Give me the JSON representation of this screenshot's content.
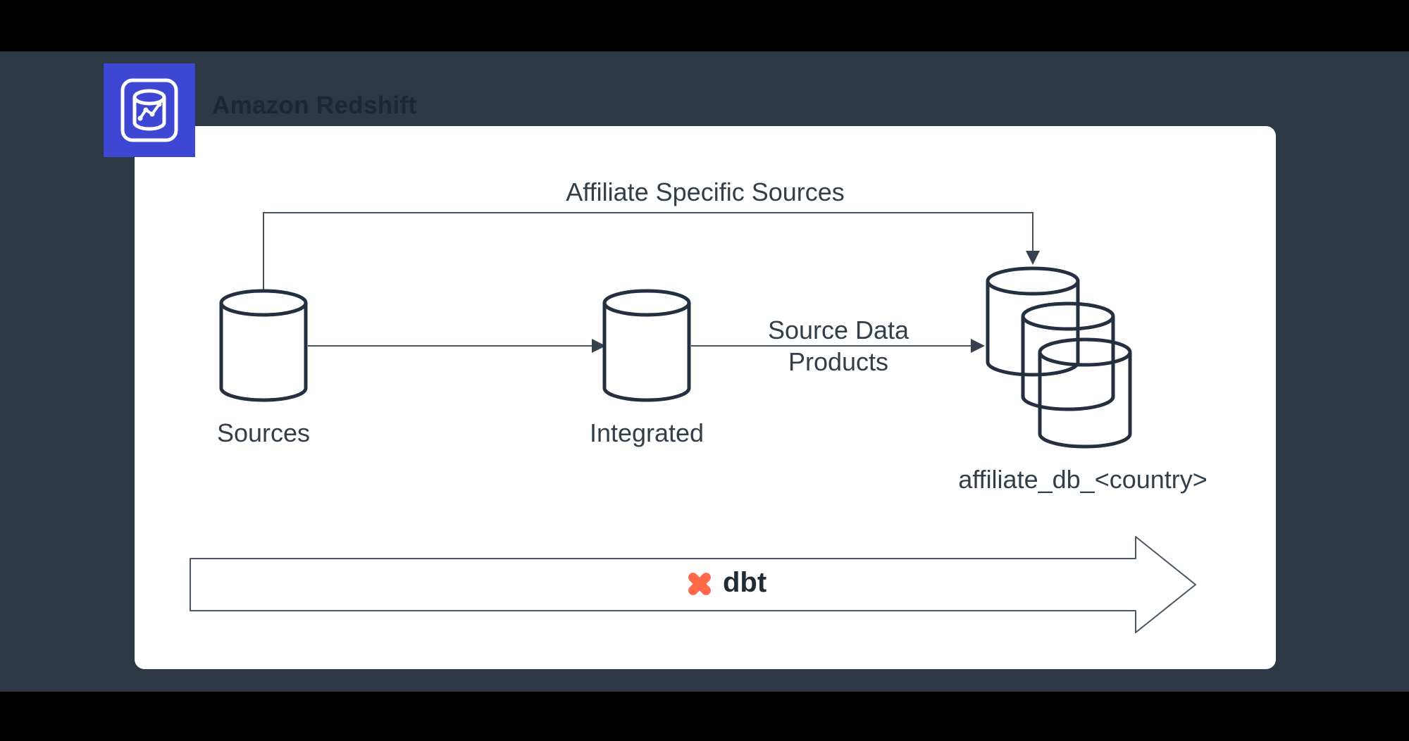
{
  "colors": {
    "canvas_black": "#000000",
    "surface_slate": "#2c3844",
    "panel_white": "#ffffff",
    "diagram_ink": "#233040",
    "badge_blue": "#3d47d3",
    "dbt_orange": "#ff694a"
  },
  "header": {
    "title": "Amazon Redshift",
    "badge": {
      "icon": "redshift-database-icon",
      "color": "#3d47d3"
    }
  },
  "diagram": {
    "nodes": {
      "sources": {
        "label": "Sources",
        "shape": "cylinder"
      },
      "integrated": {
        "label": "Integrated",
        "shape": "cylinder"
      },
      "affiliate_db": {
        "label": "affiliate_db_<country>",
        "shape": "cylinder-stack-of-3"
      }
    },
    "edges": {
      "affiliate_specific": {
        "label": "Affiliate Specific Sources"
      },
      "sources_to_integrated": {
        "label": ""
      },
      "source_data_products": {
        "label": "Source Data Products"
      }
    },
    "pipeline": {
      "label": "dbt",
      "icon": "dbt-logo-icon",
      "color": "#ff694a"
    }
  }
}
